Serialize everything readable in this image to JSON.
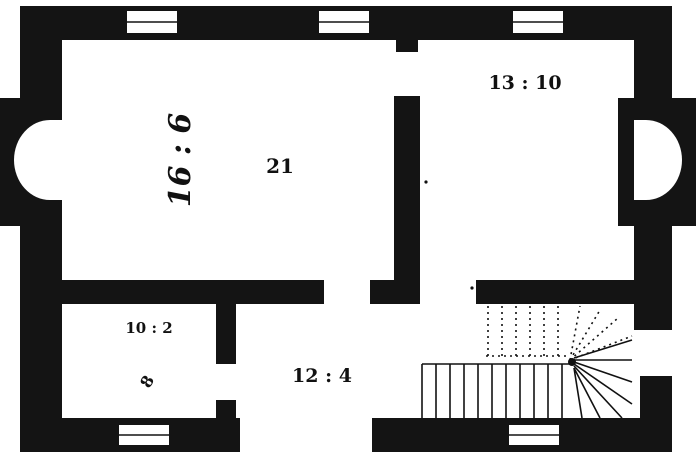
{
  "labels": {
    "main_room_dims": "16 : 6",
    "main_room_number": "21",
    "right_room_dims": "13 : 10",
    "small_room_dims": "10 : 2",
    "small_room_number": "8",
    "hall_dims": "12 : 4"
  },
  "colors": {
    "wall": "#141414",
    "background": "#ffffff"
  }
}
